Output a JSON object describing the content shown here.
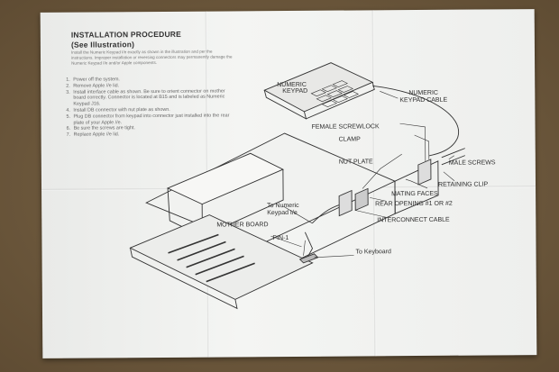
{
  "document": {
    "title_line1": "INSTALLATION PROCEDURE",
    "title_line2": "(See Illustration)",
    "intro": "Install the Numeric Keypad I/e exactly as shown in the illustration and per the instructions. Improper installation or reversing connectors may permanently damage the Numeric Keypad I/e and/or Apple components.",
    "steps": [
      {
        "num": "1.",
        "text": "Power off the system."
      },
      {
        "num": "2.",
        "text": "Remove Apple //e lid."
      },
      {
        "num": "3.",
        "text": "Install interface cable as shown. Be sure to orient connector on mother board correctly. Connector is located at B15 and is labeled as Numeric Keypad J16."
      },
      {
        "num": "4.",
        "text": "Install DB connector with nut plate as shown."
      },
      {
        "num": "5.",
        "text": "Plug DB connector from keypad into connector just installed into the rear plate of your Apple //e."
      },
      {
        "num": "6.",
        "text": "Be sure the screws are tight."
      },
      {
        "num": "7.",
        "text": "Replace Apple //e lid."
      }
    ]
  },
  "illustration": {
    "keypad_line1": "NUMERIC",
    "keypad_line2": "KEYPAD",
    "labels": {
      "keypad_cable_1": "NUMERIC",
      "keypad_cable_2": "KEYPAD CABLE",
      "female_screwlock": "FEMALE SCREWLOCK",
      "clamp": "CLAMP",
      "nut_plate": "NUT PLATE",
      "male_screws": "MALE SCREWS",
      "retaining_clip": "RETAINING CLIP",
      "mating_faces": "MATING FACES",
      "rear_opening": "REAR OPENING #1 OR #2",
      "interconnect_cable": "INTERCONNECT CABLE",
      "to_numeric_1": "To Numeric",
      "to_numeric_2": "Keypad I/e",
      "mother_board": "MOTHER BOARD",
      "pin1": "PIN-1",
      "to_keyboard": "To Keyboard"
    }
  }
}
